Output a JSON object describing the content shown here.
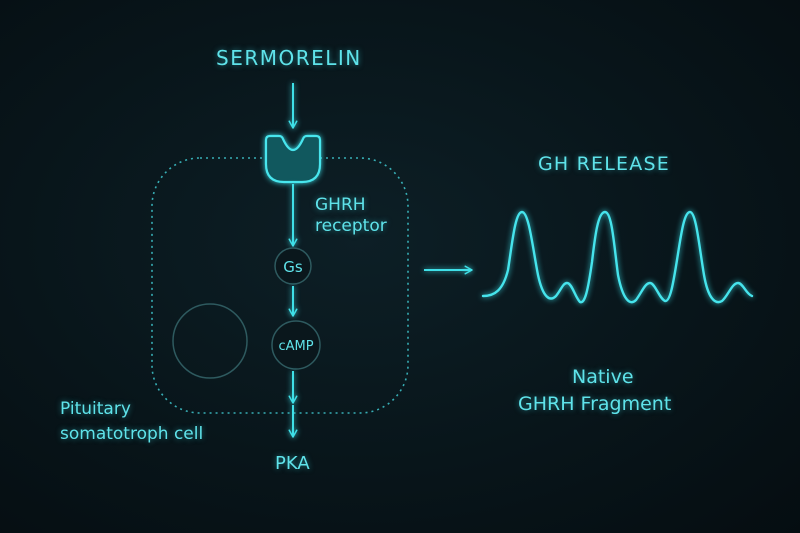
{
  "title": "SERMORELIN",
  "receptor_label": [
    "GHRH",
    "receptor"
  ],
  "nodes": {
    "gs": "Gs",
    "camp": "cAMP",
    "pka": "PKA"
  },
  "cell_label": [
    "Pituitary",
    "somatotroph cell"
  ],
  "output_title": "GH RELEASE",
  "output_caption": [
    "Native",
    "GHRH Fragment"
  ],
  "colors": {
    "accent": "#3fe0e8",
    "text": "#5fe3ea",
    "background": "#081419",
    "nucleus": "#2e5a5f"
  },
  "icons": {
    "receptor": "cup-shaped-receptor-icon",
    "nucleus": "nucleus-circle-icon",
    "arrow": "arrow-down-icon"
  }
}
